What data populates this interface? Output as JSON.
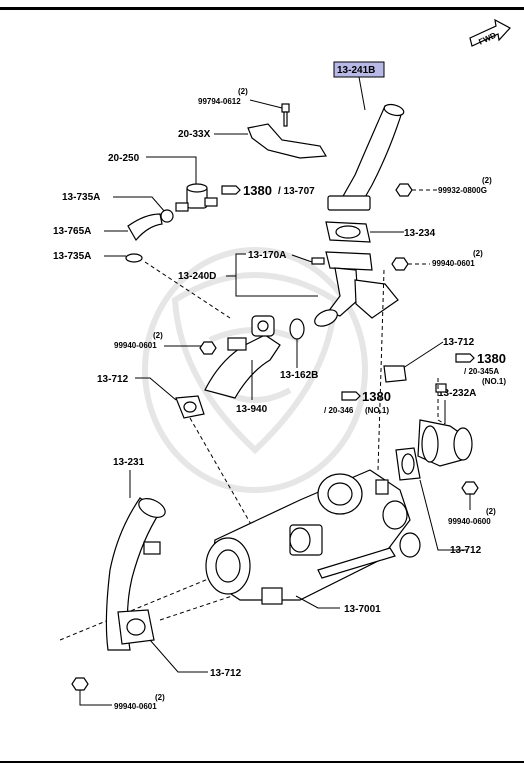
{
  "fwd_label": "FWD",
  "highlight_color": "#b9b9e8",
  "labels": {
    "p13_241B": "13-241B",
    "p99794_0612": "99794-0612",
    "p99794_qty": "(2)",
    "p20_33X": "20-33X",
    "p20_250": "20-250",
    "p13_735A_top": "13-735A",
    "p13_765A": "13-765A",
    "p13_735A_bottom": "13-735A",
    "ref1380_a": "1380",
    "ref13_707": "/ 13-707",
    "p99932_0800G": "99932-0800G",
    "p99932_qty": "(2)",
    "p13_234": "13-234",
    "p13_170A": "13-170A",
    "p99940_0601_a": "99940-0601",
    "p99940_a_qty": "(2)",
    "p13_240D": "13-240D",
    "p99940_0601_b": "99940-0601",
    "p99940_b_qty": "(2)",
    "p13_712_right": "13-712",
    "ref1380_b": "1380",
    "ref20_345A": "/ 20-345A",
    "ref20_345A_note": "(NO.1)",
    "p13_162B": "13-162B",
    "p13_712_left": "13-712",
    "ref1380_c": "1380",
    "ref20_346": "/ 20-346",
    "ref20_346_note": "(NO.1)",
    "p13_232A": "13-232A",
    "p13_940": "13-940",
    "p13_231": "13-231",
    "p99940_0600": "99940-0600",
    "p99940_0600_qty": "(2)",
    "p13_712_mid": "13-712",
    "p13_7001": "13-7001",
    "p13_712_bottom": "13-712",
    "p99940_0601_c": "99940-0601",
    "p99940_c_qty": "(2)"
  }
}
